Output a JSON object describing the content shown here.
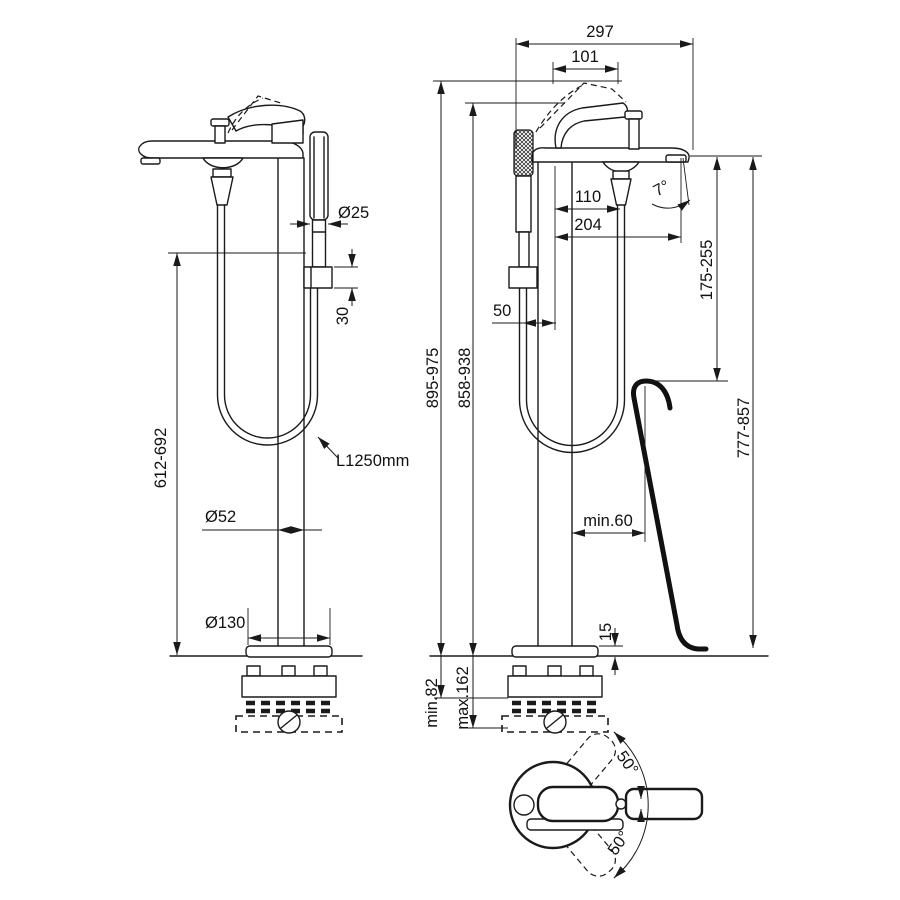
{
  "drawing": {
    "side_view": {
      "hand_shower_diameter": "Ø25",
      "holder_height": "30",
      "height_to_holder": "612-692",
      "hose_length": "L1250mm",
      "column_diameter": "Ø52",
      "base_diameter": "Ø130"
    },
    "front_view": {
      "overall_depth": "297",
      "handle_length": "101",
      "reach_to_hose": "110",
      "spout_reach": "204",
      "spout_angle": "7°",
      "spout_to_rim": "175-255",
      "handshower_offset": "50",
      "overall_height": "895-975",
      "handle_height": "858-938",
      "rim_height": "777-857",
      "rim_clearance": "min.60",
      "base_plate_height": "15",
      "below_floor_min": "min.82",
      "below_floor_max": "max.162"
    },
    "plan_view": {
      "swing_up": "50°",
      "swing_down": "50°"
    }
  }
}
